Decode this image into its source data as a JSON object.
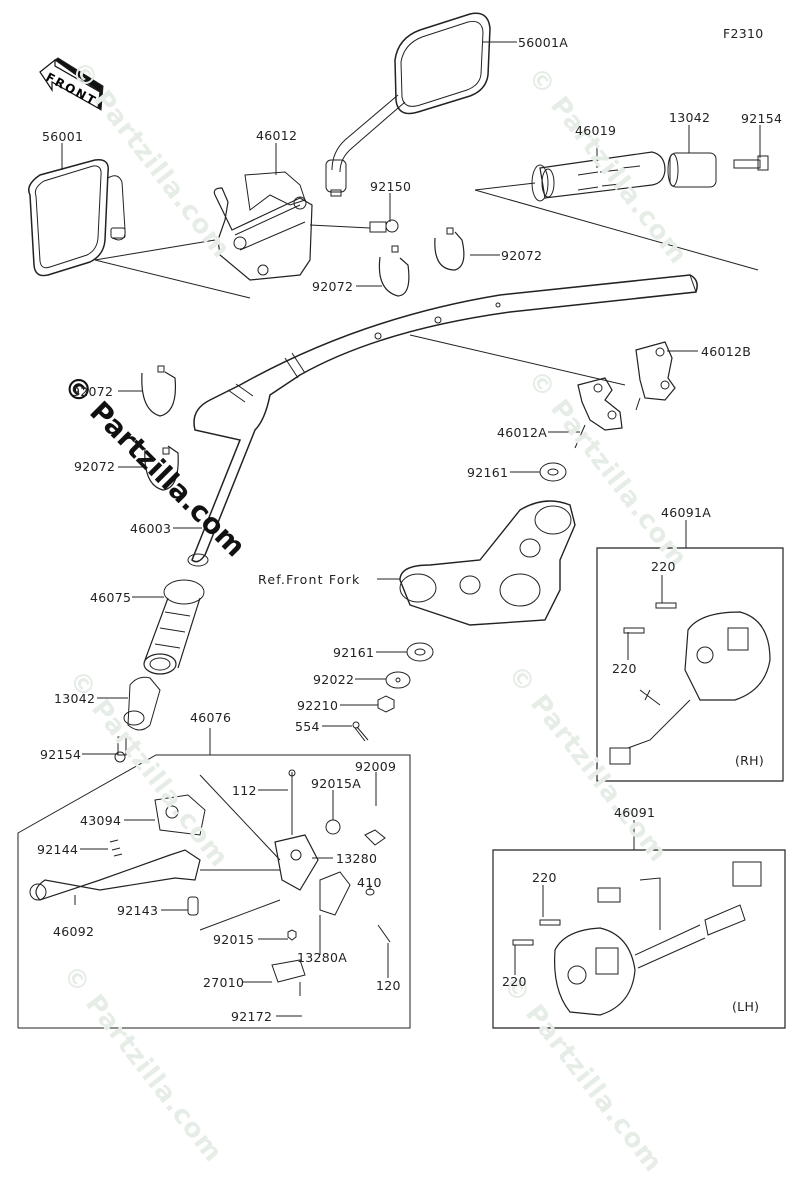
{
  "figure_id": "F2310",
  "front_arrow_label": "FRONT",
  "watermark": "© Partzilla.com",
  "reference_label": "Ref.Front Fork",
  "parts": {
    "p56001A": "56001A",
    "p56001": "56001",
    "p46012": "46012",
    "p92150": "92150",
    "p46019": "46019",
    "p13042_top": "13042",
    "p92154_top": "92154",
    "p92072_a": "92072",
    "p92072_b": "92072",
    "p92072_c": "92072",
    "p92072_d": "92072",
    "p46012B": "46012B",
    "p46012A": "46012A",
    "p92161_top": "92161",
    "p46003": "46003",
    "p46075": "46075",
    "p92161_bot": "92161",
    "p92022": "92022",
    "p92210": "92210",
    "p554": "554",
    "p13042_bot": "13042",
    "p92154_bot": "92154",
    "p46076": "46076",
    "p43094": "43094",
    "p92144": "92144",
    "p46092": "46092",
    "p92143": "92143",
    "p112": "112",
    "p92015A": "92015A",
    "p92009": "92009",
    "p13280": "13280",
    "p410": "410",
    "p92015": "92015",
    "p13280A": "13280A",
    "p120": "120",
    "p27010": "27010",
    "p92172": "92172",
    "p46091A": "46091A",
    "p220_rh_a": "220",
    "p220_rh_b": "220",
    "p46091": "46091",
    "p220_lh_a": "220",
    "p220_lh_b": "220"
  },
  "side_labels": {
    "rh": "(RH)",
    "lh": "(LH)"
  }
}
